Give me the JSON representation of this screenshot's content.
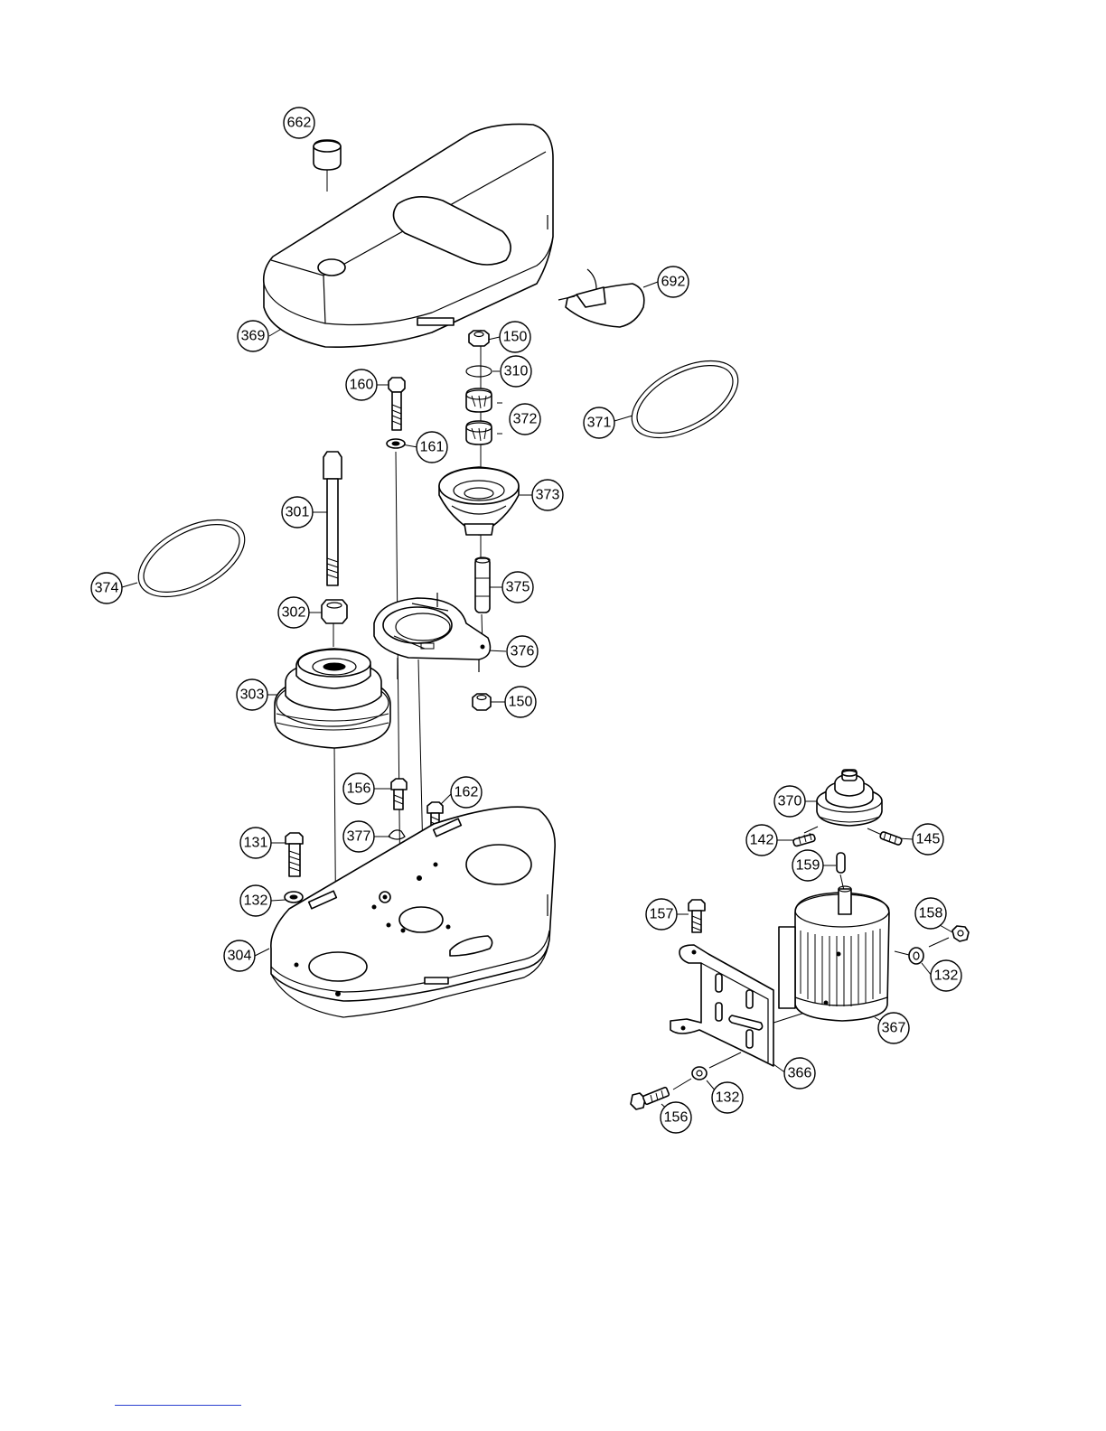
{
  "callouts": {
    "c662": "662",
    "c369": "369",
    "c692": "692",
    "c150a": "150",
    "c310": "310",
    "c160": "160",
    "c372": "372",
    "c161": "161",
    "c371": "371",
    "c373": "373",
    "c301": "301",
    "c374": "374",
    "c375": "375",
    "c302": "302",
    "c376": "376",
    "c303": "303",
    "c150b": "150",
    "c156a": "156",
    "c162": "162",
    "c131": "131",
    "c377": "377",
    "c132a": "132",
    "c304": "304",
    "c370": "370",
    "c142": "142",
    "c145": "145",
    "c159": "159",
    "c157": "157",
    "c158": "158",
    "c132b": "132",
    "c367": "367",
    "c366": "366",
    "c132c": "132",
    "c156b": "156"
  },
  "colors": {
    "line": "#000000",
    "background": "#ffffff",
    "link": "#2a3fd0"
  }
}
